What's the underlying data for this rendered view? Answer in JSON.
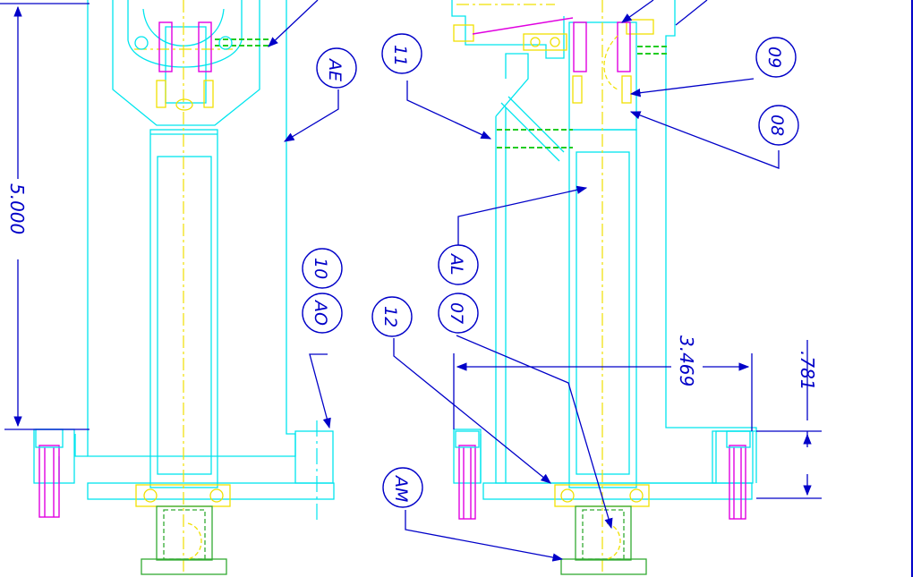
{
  "colors": {
    "outline": "#00e5ee",
    "center": "#f0e000",
    "annotation": "#0000c8",
    "hidden": "#22cc22",
    "fastener": "#e000e0",
    "base": "#33aa33",
    "border": "#0000c8"
  },
  "balloons": {
    "ae": "AE",
    "b11": "11",
    "b09": "09",
    "b08": "08",
    "al": "AL",
    "b10": "10",
    "ao": "AO",
    "b12": "12",
    "b07": "07",
    "am": "AM"
  },
  "dimensions": {
    "overall_height": "5.000",
    "span": "3.469",
    "base_offset": ".781"
  }
}
